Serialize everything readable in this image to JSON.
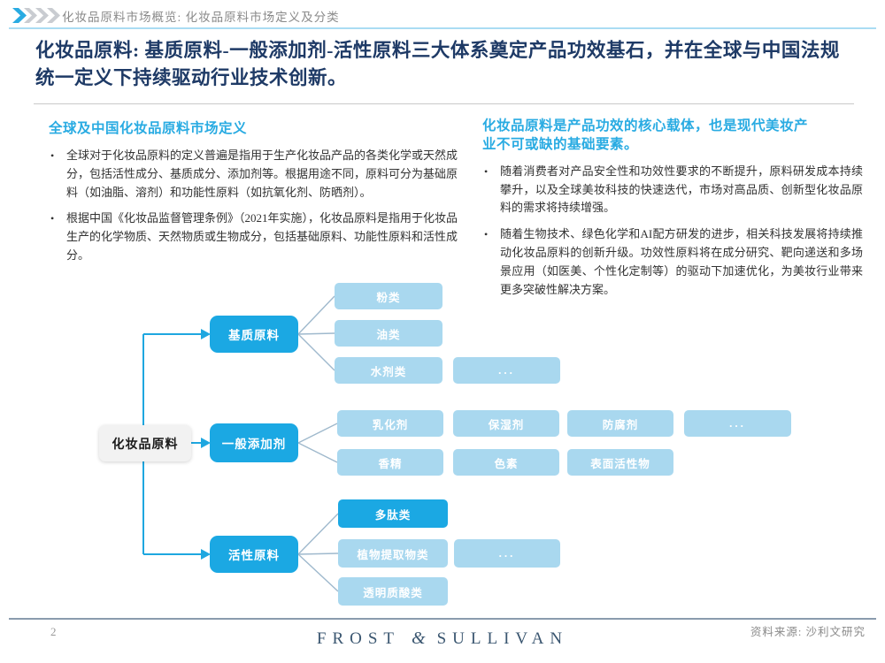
{
  "header": {
    "breadcrumb": "化妆品原料市场概览: 化妆品原料市场定义及分类"
  },
  "title": "化妆品原料: 基质原料-一般添加剂-活性原料三大体系奠定产品功效基石，并在全球与中国法规统一定义下持续驱动行业技术创新。",
  "left_section": {
    "heading": "全球及中国化妆品原料市场定义",
    "bullets": [
      "全球对于化妆品原料的定义普遍是指用于生产化妆品产品的各类化学或天然成分，包括活性成分、基质成分、添加剂等。根据用途不同，原料可分为基础原料（如油脂、溶剂）和功能性原料（如抗氧化剂、防晒剂）。",
      "根据中国《化妆品监督管理条例》（2021年实施），化妆品原料是指用于化妆品生产的化学物质、天然物质或生物成分，包括基础原料、功能性原料和活性成分。"
    ]
  },
  "right_section": {
    "heading": "化妆品原料是产品功效的核心载体，也是现代美妆产业不可或缺的基础要素。",
    "bullets": [
      "随着消费者对产品安全性和功效性要求的不断提升，原料研发成本持续攀升，以及全球美妆科技的快速迭代，市场对高品质、创新型化妆品原料的需求将持续增强。",
      "随着生物技术、绿色化学和AI配方研发的进步，相关科技发展将持续推动化妆品原料的创新升级。功效性原料将在成分研究、靶向递送和多场景应用（如医美、个性化定制等）的驱动下加速优化，为美妆行业带来更多突破性解决方案。"
    ]
  },
  "diagram": {
    "root": "化妆品原料",
    "branches": [
      {
        "label": "基质原料",
        "children": [
          "粉类",
          "油类",
          "水剂类",
          "..."
        ]
      },
      {
        "label": "一般添加剂",
        "children": [
          "乳化剂",
          "保湿剂",
          "防腐剂",
          "...",
          "香精",
          "色素",
          "表面活性物"
        ]
      },
      {
        "label": "活性原料",
        "children": [
          "多肽类",
          "植物提取物类",
          "...",
          "透明质酸类"
        ]
      }
    ]
  },
  "footer": {
    "page_number": "2",
    "brand": {
      "left": "FROST",
      "amp": "&",
      "right": "SULLIVAN"
    },
    "source": "资料来源: 沙利文研究"
  },
  "colors": {
    "brand_blue": "#29ABE2",
    "light_blue": "#A9D8EF",
    "title_navy": "#1E3A66",
    "logo_slate": "#3A5670",
    "body_text": "#333333",
    "muted_gray": "#8C8C8C"
  }
}
